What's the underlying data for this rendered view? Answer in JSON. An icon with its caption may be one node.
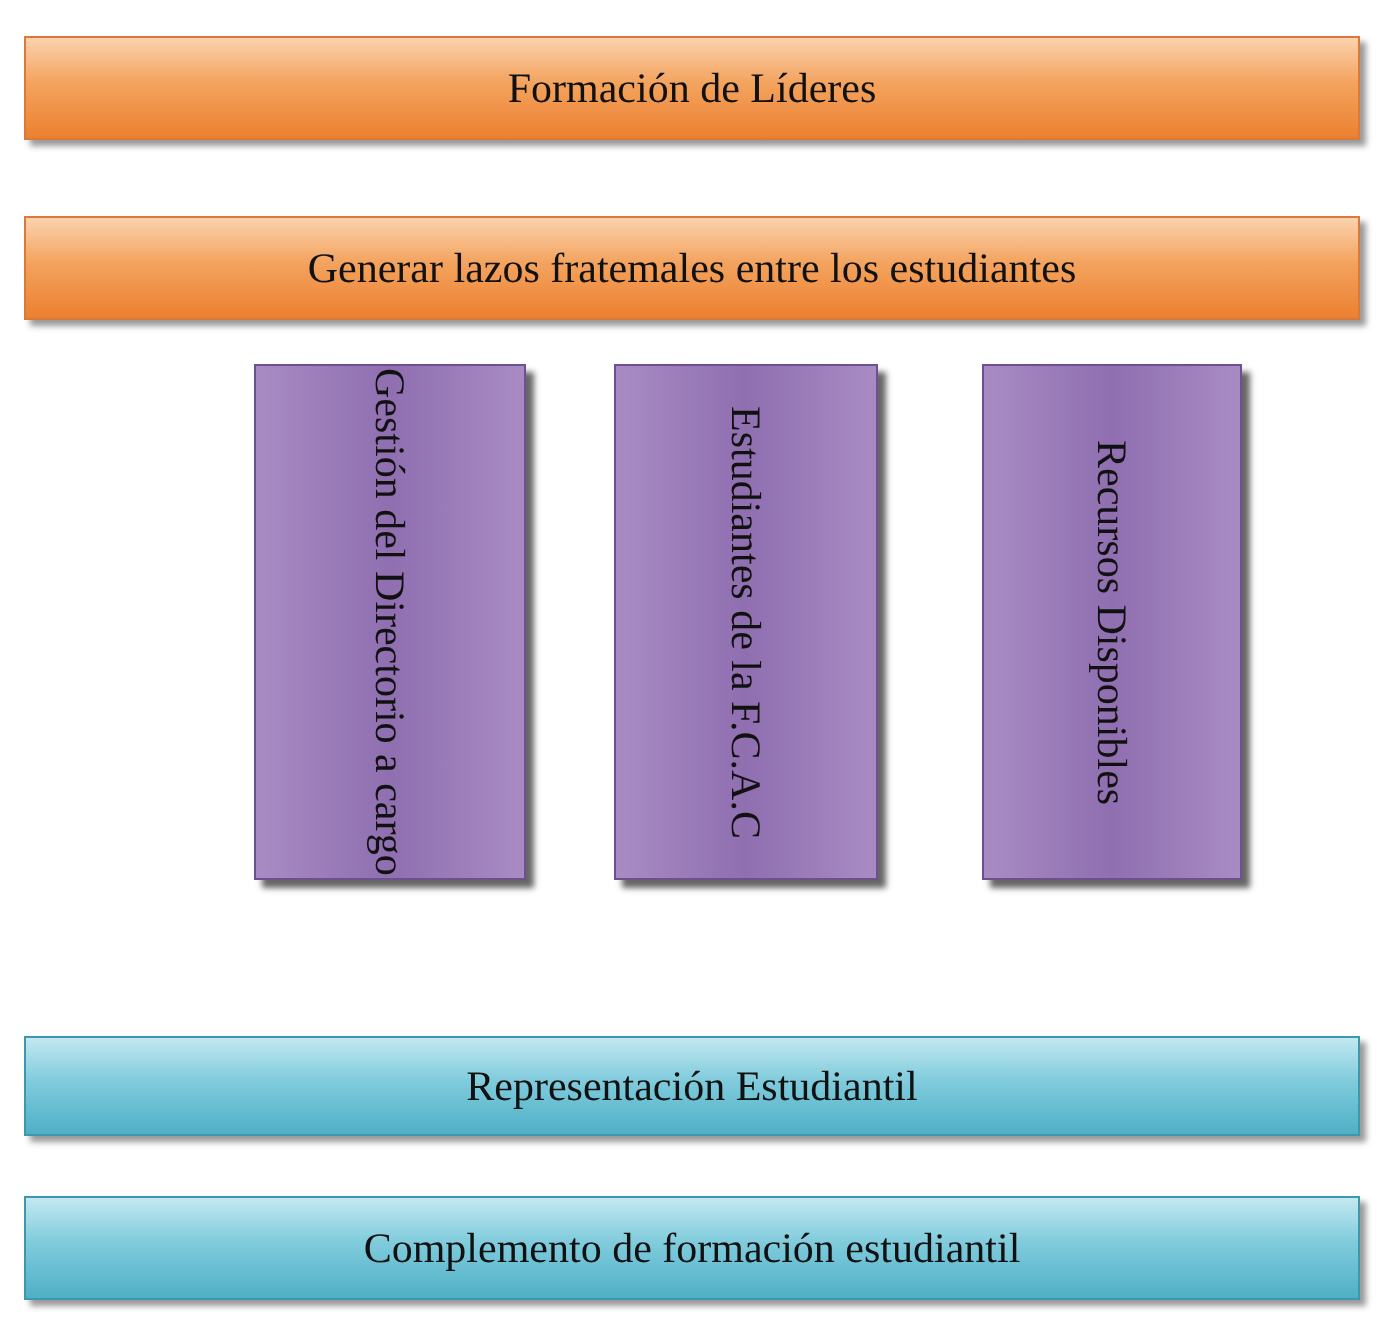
{
  "diagram": {
    "nodes": [
      {
        "text": [
          "Formación de Líderes"
        ]
      },
      {
        "text": [
          "Generar lazos fratemales entre los estudiantes"
        ]
      },
      {
        "text": [
          "Gestión del Directorio a cargo"
        ]
      },
      {
        "text": [
          "Estudiantes de la F.C.A.C"
        ]
      },
      {
        "text": [
          "Recursos Disponibles"
        ]
      },
      {
        "text": [
          "Representación Estudiantil"
        ]
      },
      {
        "text": [
          "Complemento de formación estudiantil"
        ]
      }
    ]
  }
}
